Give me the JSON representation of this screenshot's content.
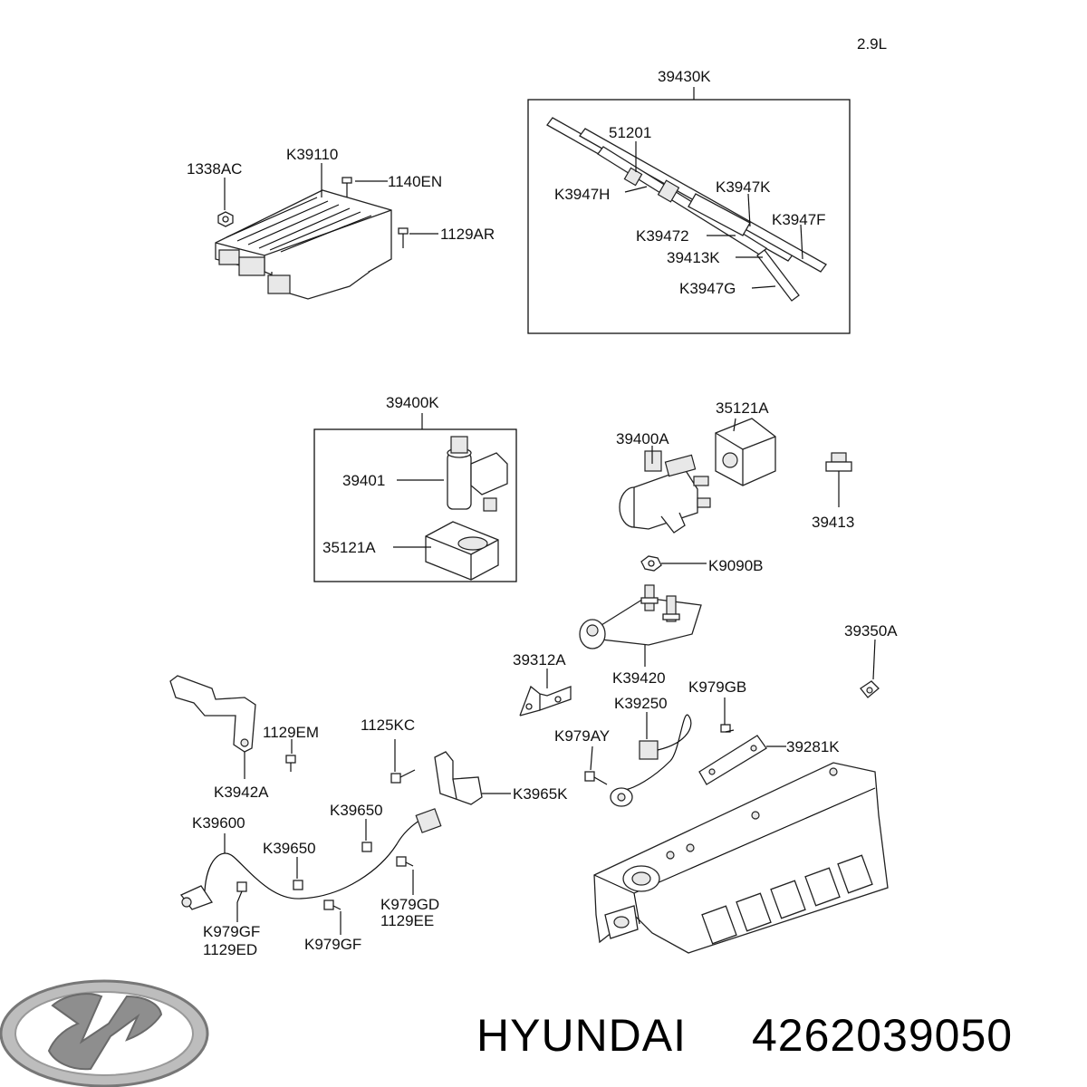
{
  "engine": "2.9L",
  "group_labels": {
    "injection_pipe_kit": "39430K",
    "solenoid_kit": "39400K"
  },
  "labels": {
    "l1338AC": "1338AC",
    "lK39110": "K39110",
    "l1140EN": "1140EN",
    "l1129AR": "1129AR",
    "l51201": "51201",
    "lK3947H": "K3947H",
    "lK3947K": "K3947K",
    "lK3947F": "K3947F",
    "lK39472": "K39472",
    "l39413K": "39413K",
    "lK3947G": "K3947G",
    "l39401": "39401",
    "l35121A_box": "35121A",
    "l39400A": "39400A",
    "l35121A": "35121A",
    "l39413": "39413",
    "lK9090B": "K9090B",
    "l39350A": "39350A",
    "l39312A": "39312A",
    "lK39420": "K39420",
    "lK979GB": "K979GB",
    "lK39250": "K39250",
    "l39281K": "39281K",
    "l1129EM": "1129EM",
    "l1125KC": "1125KC",
    "lK979AY": "K979AY",
    "lK3942A": "K3942A",
    "lK3965K": "K3965K",
    "lK39650a": "K39650",
    "lK39600": "K39600",
    "lK39650b": "K39650",
    "lK979GD": "K979GD",
    "l1129EE": "1129EE",
    "lK979GF_a": "K979GF",
    "l1129ED": "1129ED",
    "lK979GF_b": "K979GF"
  },
  "footer": {
    "brand": "HYUNDAI",
    "part_number": "4262039050"
  }
}
